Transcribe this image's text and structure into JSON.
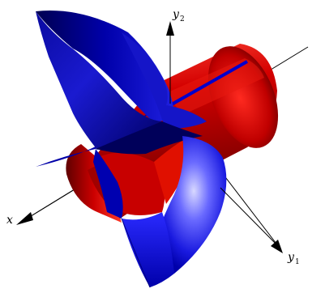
{
  "figure": {
    "axes": {
      "x": {
        "label": "x"
      },
      "y1": {
        "label": "y",
        "subscript": "1"
      },
      "y2": {
        "label": "y",
        "subscript": "2"
      }
    },
    "surfaces": [
      {
        "role": "cylinder",
        "color": "#cc0000"
      },
      {
        "role": "saddle-sheet",
        "color": "#0000cc"
      }
    ]
  }
}
